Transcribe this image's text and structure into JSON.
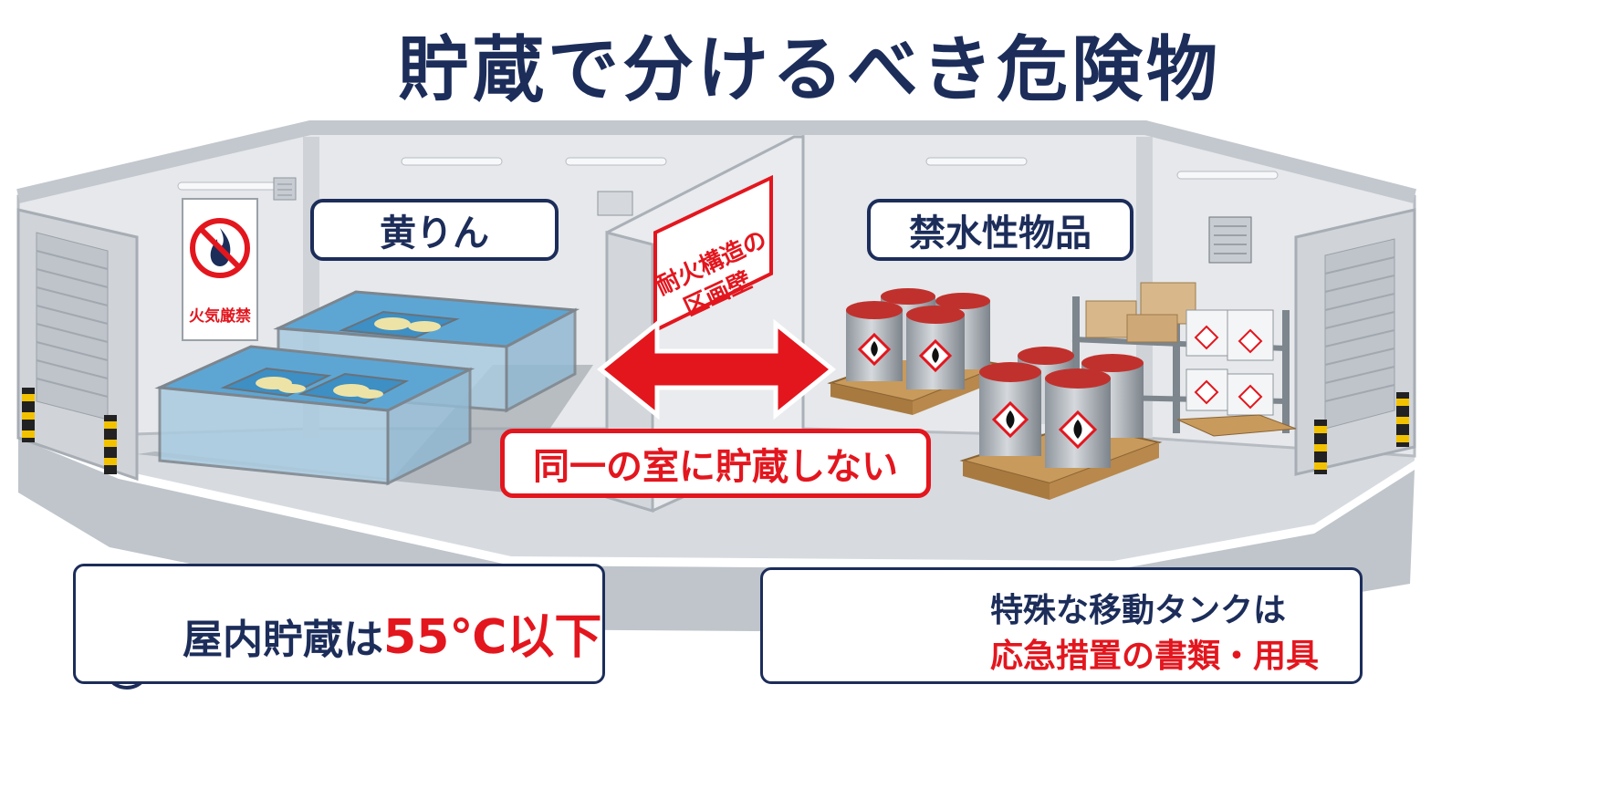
{
  "title": "貯蔵で分けるべき危険物",
  "rooms": {
    "left_label": "黄りん",
    "right_label": "禁水性物品"
  },
  "signs": {
    "no_fire": "火気厳禁",
    "wall_sign_line1": "耐火構造の",
    "wall_sign_line2": "区画壁"
  },
  "separation_label": "同一の室に貯蔵しない",
  "info": {
    "left_prefix": "屋内貯蔵は",
    "left_highlight": "55℃以下",
    "right_line1": "特殊な移動タンクは",
    "right_line2": "応急措置の書類・用具"
  },
  "colors": {
    "navy": "#1c2d5a",
    "red": "#e3161e",
    "water": "#3d8fc4",
    "floor": "#d7dbe0",
    "wall": "#e6e8eb"
  }
}
